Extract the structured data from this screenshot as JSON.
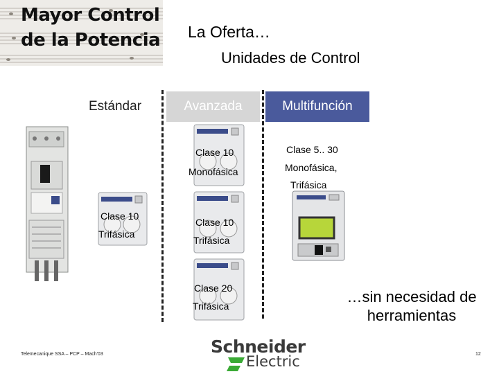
{
  "title": {
    "line1": "Mayor Control",
    "line2": "de la Potencia"
  },
  "offer": {
    "title": "La Oferta…",
    "subtitle": "Unidades de Control"
  },
  "columns": {
    "standard": "Estándar",
    "advanced": "Avanzada",
    "multifunction": "Multifunción"
  },
  "labels": {
    "std_class": "Clase 10",
    "std_phase": "Trifásica",
    "adv1_class": "Clase 10",
    "adv1_phase": "Monofásica",
    "adv2_class": "Clase 10",
    "adv2_phase": "Trifásica",
    "adv3_class": "Clase 20",
    "adv3_phase": "Trifásica",
    "multi_class": "Clase 5.. 30",
    "multi_phase1": "Monofásica,",
    "multi_phase2": "Trifásica"
  },
  "slogan": {
    "line1": "…sin necesidad de",
    "line2": "herramientas"
  },
  "footer": {
    "left": "Telemecanique SSA – PCP – Mach'03",
    "page": "12"
  },
  "logo": {
    "line1": "Schneider",
    "line2": "Electric"
  },
  "colors": {
    "multifunction_header": "#4a5a9c",
    "logo_green": "#3aaa35"
  },
  "icons": {
    "device": "control-unit-module-icon",
    "starter": "motor-starter-icon",
    "multifunction": "lcd-control-unit-icon",
    "logo_mark": "schneider-electric-mark-icon"
  }
}
